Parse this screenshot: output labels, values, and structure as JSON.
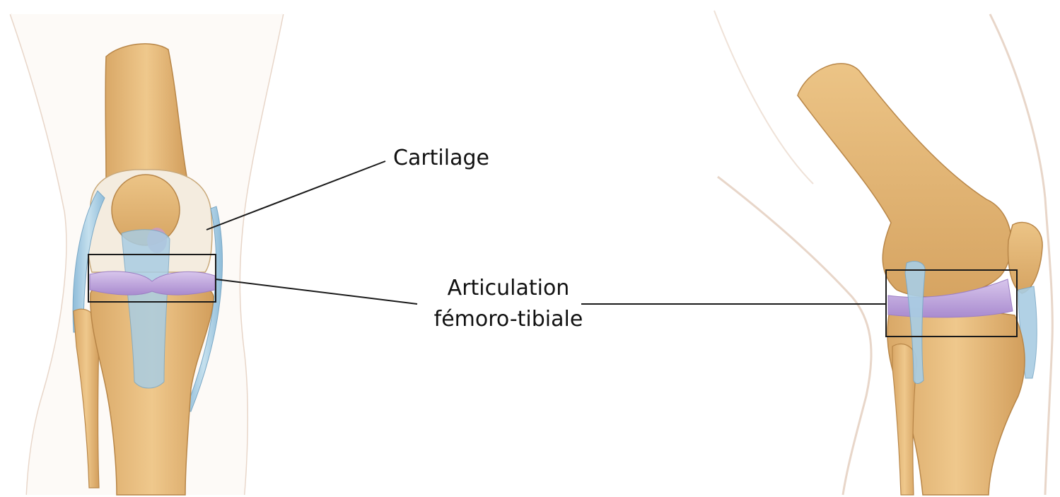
{
  "labels": {
    "cartilage": "Cartilage",
    "articulation_line1": "Articulation",
    "articulation_line2": "fémoro-tibiale"
  },
  "colors": {
    "bone": "#e7bd7f",
    "bone_shade": "#c9964f",
    "cartilage_blue": "#a9cde3",
    "meniscus_purple": "#c1a6dc",
    "skin_outline": "#e8d6c9",
    "leader_line": "#1a1a1a",
    "highlight_box": "#1a1a1a"
  },
  "figures": {
    "left": "knee-anterior-view",
    "right": "knee-lateral-view"
  }
}
